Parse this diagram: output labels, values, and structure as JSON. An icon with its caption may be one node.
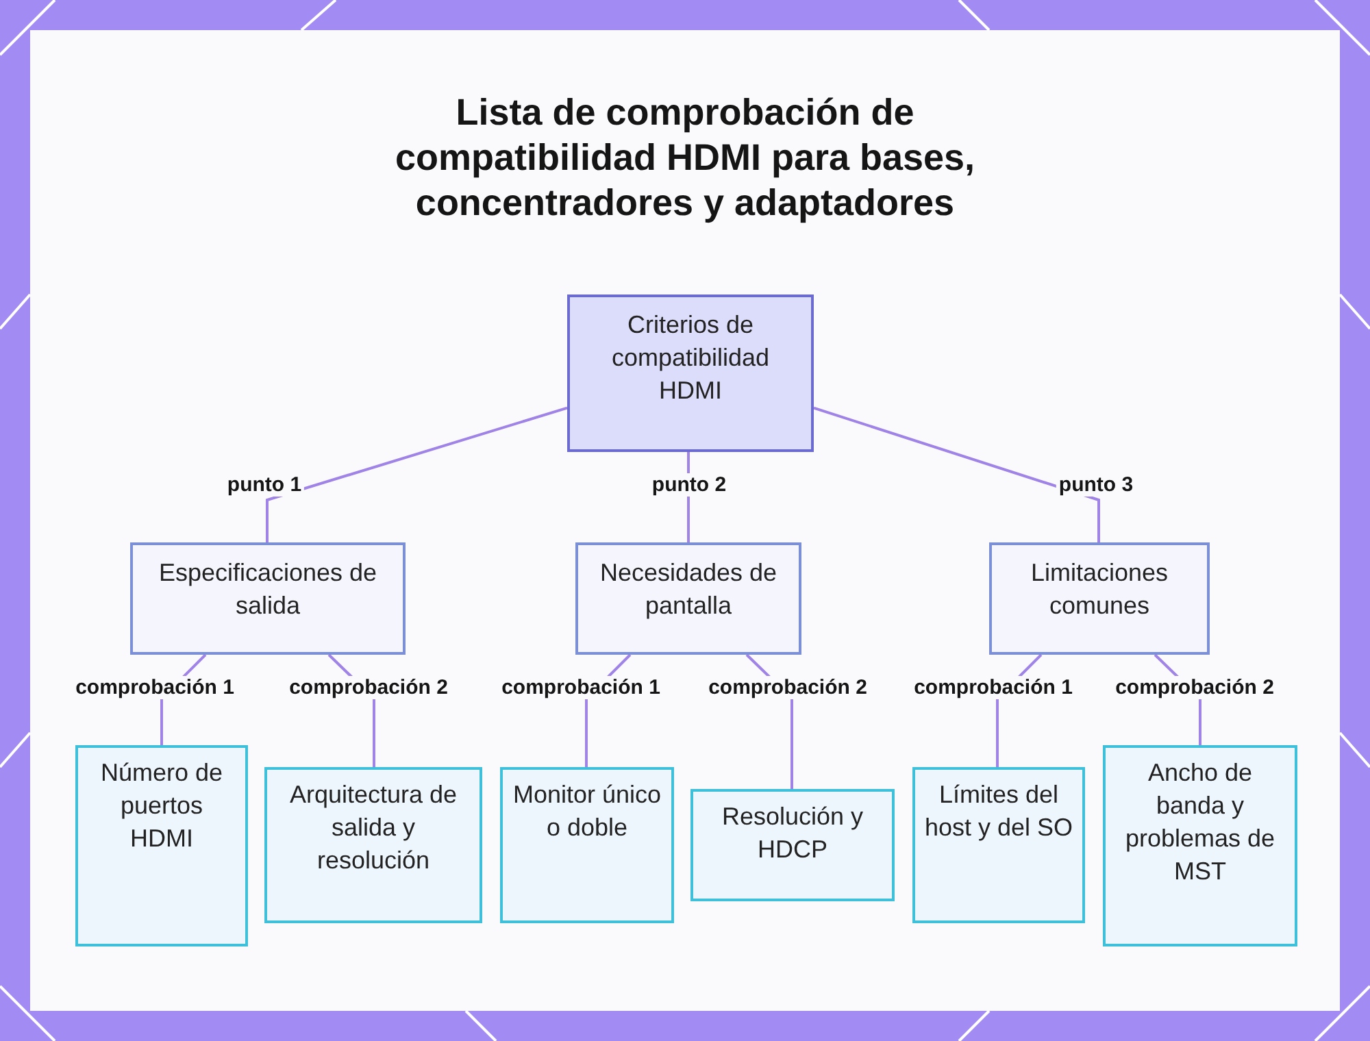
{
  "diagram": {
    "title": "Lista de comprobación de compatibilidad HDMI para bases, concentradores y adaptadores",
    "nodes": [
      {
        "text": [
          "Criterios de compatibilidad HDMI"
        ]
      },
      {
        "text": [
          "Especificaciones de salida"
        ]
      },
      {
        "text": [
          "Necesidades de pantalla"
        ]
      },
      {
        "text": [
          "Limitaciones comunes"
        ]
      },
      {
        "text": [
          "Número de puertos HDMI"
        ]
      },
      {
        "text": [
          "Arquitectura de salida y resolución"
        ]
      },
      {
        "text": [
          "Monitor único o doble"
        ]
      },
      {
        "text": [
          "Resolución y HDCP"
        ]
      },
      {
        "text": [
          "Límites del host y del SO"
        ]
      },
      {
        "text": [
          "Ancho de banda y problemas de MST"
        ]
      }
    ],
    "edges": [
      {
        "from": 0,
        "to": 1,
        "arrow": "none",
        "label": "punto 1"
      },
      {
        "from": 0,
        "to": 2,
        "arrow": "none",
        "label": "punto 2"
      },
      {
        "from": 0,
        "to": 3,
        "arrow": "none",
        "label": "punto 3"
      },
      {
        "from": 1,
        "to": 4,
        "arrow": "none",
        "label": "comprobación 1"
      },
      {
        "from": 1,
        "to": 5,
        "arrow": "none",
        "label": "comprobación 2"
      },
      {
        "from": 2,
        "to": 6,
        "arrow": "none",
        "label": "comprobación 1"
      },
      {
        "from": 2,
        "to": 7,
        "arrow": "none",
        "label": "comprobación 2"
      },
      {
        "from": 3,
        "to": 8,
        "arrow": "none",
        "label": "comprobación 1"
      },
      {
        "from": 3,
        "to": 9,
        "arrow": "none",
        "label": "comprobación 2"
      }
    ]
  }
}
